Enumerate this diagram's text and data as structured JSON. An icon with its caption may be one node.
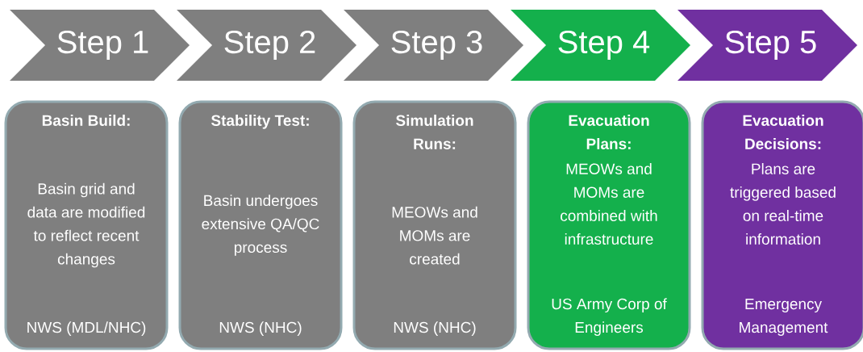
{
  "diagram": {
    "nodes": [
      {
        "text": [
          "Step 1"
        ]
      },
      {
        "text": [
          "Step 2"
        ]
      },
      {
        "text": [
          "Step 3"
        ]
      },
      {
        "text": [
          "Step 4"
        ]
      },
      {
        "text": [
          "Step 5"
        ]
      },
      {
        "text": [
          "Basin Build:",
          "Basin grid and data are modified to reflect recent changes",
          "NWS (MDL/NHC)"
        ]
      },
      {
        "text": [
          "Stability Test:",
          "Basin undergoes extensive QA/QC process",
          "NWS (NHC)"
        ]
      },
      {
        "text": [
          "Simulation Runs:",
          "MEOWs and MOMs are created",
          "NWS (NHC)"
        ]
      },
      {
        "text": [
          "Evacuation Plans:",
          "MEOWs and MOMs are combined with infrastructure",
          "US Army Corp of Engineers"
        ]
      },
      {
        "text": [
          "Evacuation Decisions:",
          "Plans are triggered based on real-time information",
          "Emergency Management"
        ]
      }
    ]
  }
}
